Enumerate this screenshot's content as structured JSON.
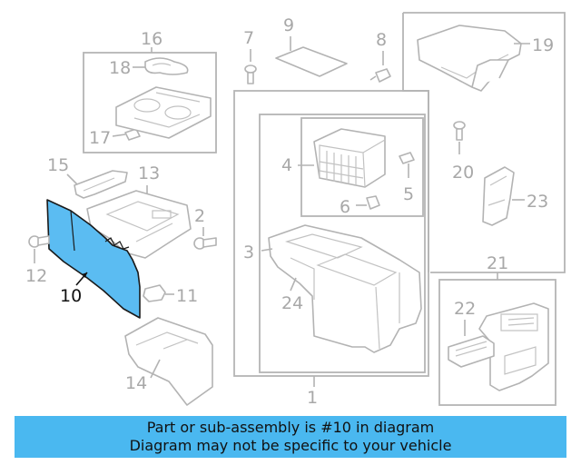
{
  "highlight_color": "#5bbcf2",
  "caption": {
    "line1": "Part or sub-assembly is #10 in diagram",
    "line2": "Diagram may not be specific to your vehicle",
    "background": "#4ab8f0"
  },
  "callouts": {
    "c1": "1",
    "c2": "2",
    "c3": "3",
    "c4": "4",
    "c5": "5",
    "c6": "6",
    "c7": "7",
    "c8": "8",
    "c9": "9",
    "c10": "10",
    "c11": "11",
    "c12": "12",
    "c13": "13",
    "c14": "14",
    "c15": "15",
    "c16": "16",
    "c17": "17",
    "c18": "18",
    "c19": "19",
    "c20": "20",
    "c21": "21",
    "c22": "22",
    "c23": "23",
    "c24": "24"
  }
}
